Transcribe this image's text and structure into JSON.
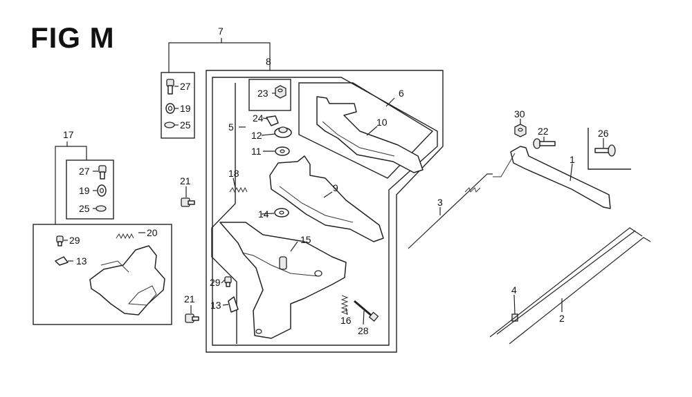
{
  "title": "FIG M",
  "callouts": [
    "1",
    "2",
    "3",
    "4",
    "5",
    "6",
    "7",
    "8",
    "9",
    "10",
    "11",
    "12",
    "13",
    "13",
    "14",
    "15",
    "16",
    "17",
    "18",
    "19",
    "19",
    "20",
    "21",
    "21",
    "22",
    "23",
    "24",
    "25",
    "25",
    "26",
    "27",
    "27",
    "28",
    "29",
    "29",
    "30"
  ]
}
